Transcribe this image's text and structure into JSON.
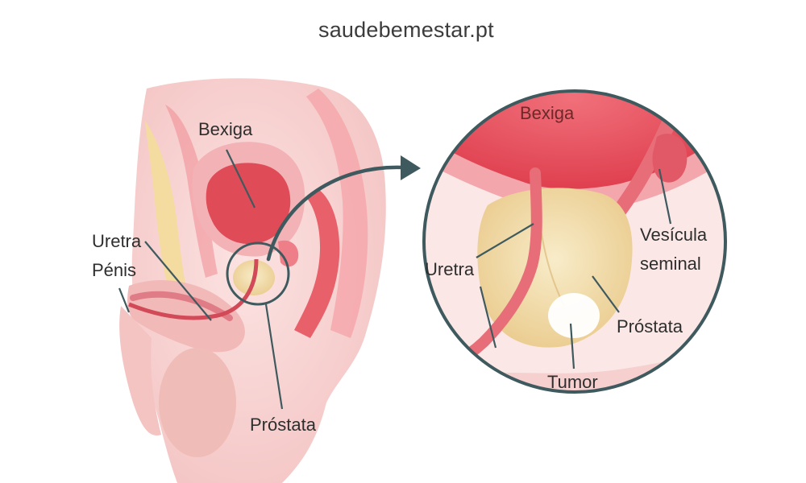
{
  "watermark": "saudebemestar.pt",
  "left_labels": {
    "bexiga": "Bexiga",
    "uretra": "Uretra",
    "penis": "Pénis",
    "prostata": "Próstata"
  },
  "zoom_labels": {
    "bexiga": "Bexiga",
    "uretra": "Uretra",
    "vesicula_line1": "Vesícula",
    "vesicula_line2": "seminal",
    "prostata": "Próstata",
    "tumor": "Tumor"
  },
  "colors": {
    "outline": "#3f5a5e",
    "bladder_red": "#e8505e",
    "tissue_pink": "#f6c3c8",
    "prostate_tan": "#f3dfb3",
    "tumor_white": "#ffffff"
  }
}
